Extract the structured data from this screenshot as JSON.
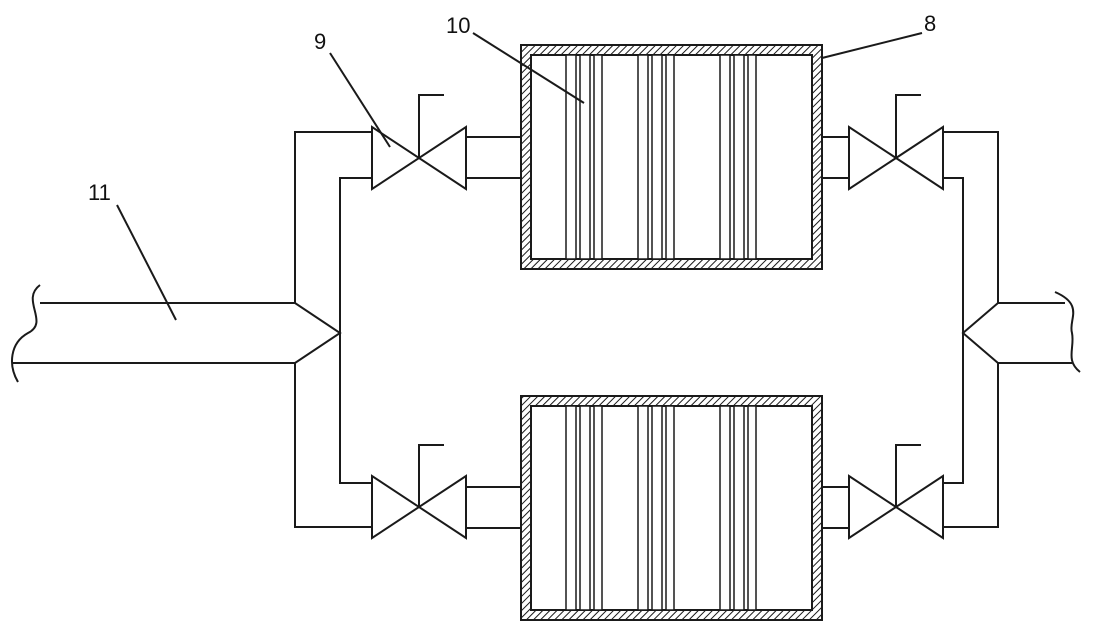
{
  "labels": {
    "pipe": "11",
    "valve": "9",
    "plate": "10",
    "housing": "8"
  }
}
